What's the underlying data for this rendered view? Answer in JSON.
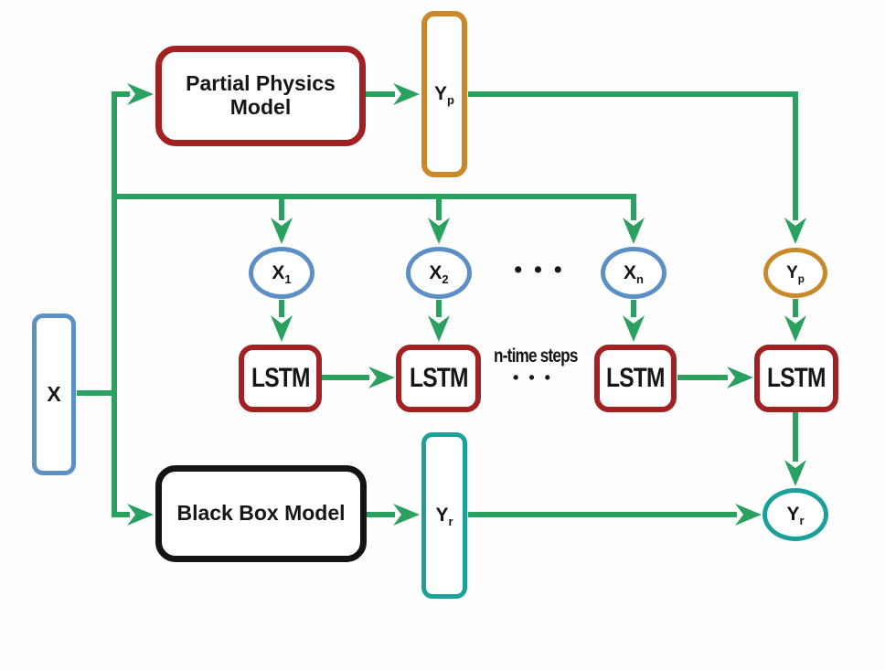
{
  "colors": {
    "green": "#2aa15e",
    "red": "#a22224",
    "orange": "#c8892b",
    "blue": "#5d8fc7",
    "teal": "#1ba09a",
    "ink": "#141414",
    "text": "#161616"
  },
  "nodes": {
    "partial_physics_model": {
      "label": "Partial Physics Model"
    },
    "yp_box": {
      "base": "Y",
      "sub": "p"
    },
    "x_input": {
      "label": "X"
    },
    "black_box_model": {
      "label": "Black Box Model"
    },
    "yr_box": {
      "base": "Y",
      "sub": "r"
    },
    "x1": {
      "base": "X",
      "sub": "1"
    },
    "x2": {
      "base": "X",
      "sub": "2"
    },
    "xn": {
      "base": "X",
      "sub": "n"
    },
    "yp_circle": {
      "base": "Y",
      "sub": "p"
    },
    "yr_circle": {
      "base": "Y",
      "sub": "r"
    },
    "lstm_cells": [
      {
        "label": "LSTM"
      },
      {
        "label": "LSTM"
      },
      {
        "label": "LSTM"
      },
      {
        "label": "LSTM"
      }
    ]
  },
  "annotations": {
    "n_time_steps": "n-time steps",
    "inputs_ellipsis": "• • •",
    "lstm_ellipsis": "• • •"
  }
}
